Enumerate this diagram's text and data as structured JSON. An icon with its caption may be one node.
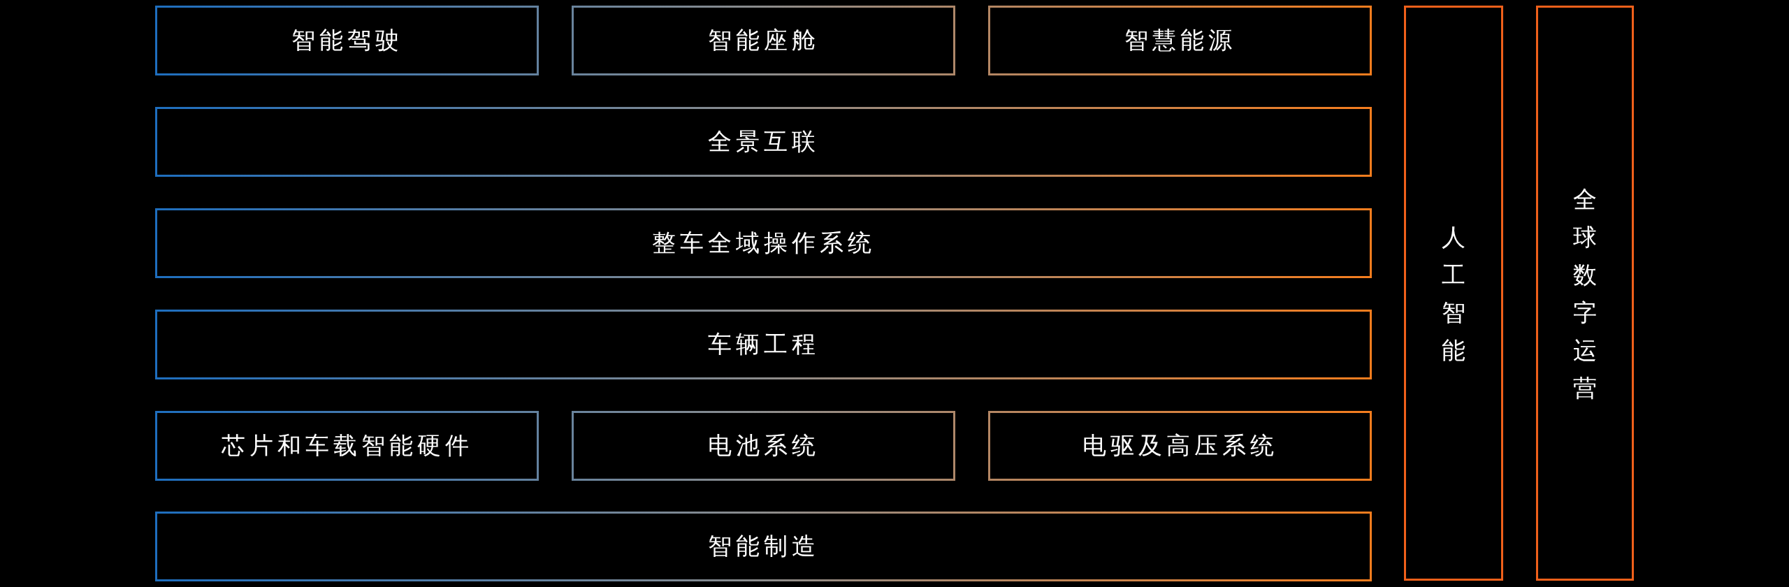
{
  "diagram": {
    "nodes": [
      {
        "text": [
          "智能驾驶"
        ]
      },
      {
        "text": [
          "智能座舱"
        ]
      },
      {
        "text": [
          "智慧能源"
        ]
      },
      {
        "text": [
          "人工智能"
        ]
      },
      {
        "text": [
          "全球数字运营"
        ]
      },
      {
        "text": [
          "全景互联"
        ]
      },
      {
        "text": [
          "整车全域操作系统"
        ]
      },
      {
        "text": [
          "车辆工程"
        ]
      },
      {
        "text": [
          "芯片和车载智能硬件"
        ]
      },
      {
        "text": [
          "电池系统"
        ]
      },
      {
        "text": [
          "电驱及高压系统"
        ]
      },
      {
        "text": [
          "智能制造"
        ]
      }
    ]
  }
}
